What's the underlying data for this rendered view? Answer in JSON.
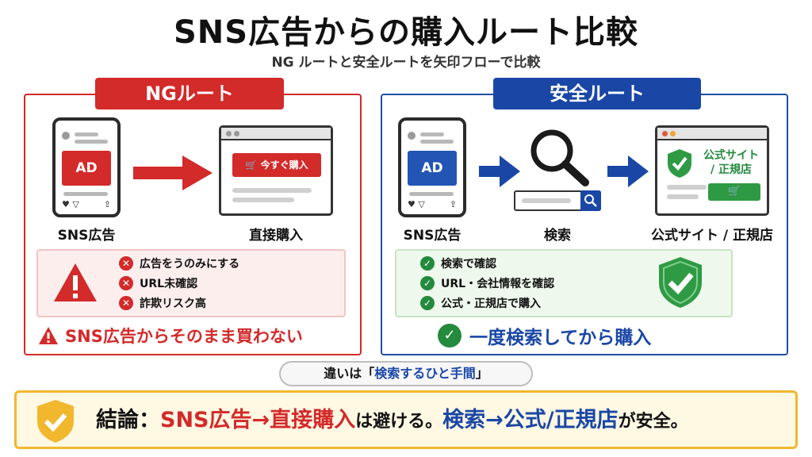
{
  "title": "SNS広告からの購入ルート比較",
  "subtitle": "NG ルートと安全ルートを矢印フローで比較",
  "ng": {
    "tab": "NGルート",
    "ad_label": "AD",
    "buy_button": "今すぐ購入",
    "step1": "SNS広告",
    "step2": "直接購入",
    "risks": [
      "広告をうのみにする",
      "URL未確認",
      "詐欺リスク高"
    ],
    "warning": "SNS広告からそのまま買わない"
  },
  "safe": {
    "tab": "安全ルート",
    "ad_label": "AD",
    "official_site_text": "公式サイト\n/ 正規店",
    "step1": "SNS広告",
    "step2": "検索",
    "step3": "公式サイト / 正規店",
    "checks": [
      "検索で確認",
      "URL・会社情報を確認",
      "公式・正規店で購入"
    ],
    "message": "一度検索してから購入"
  },
  "difference": {
    "prefix": "違いは「",
    "highlight": "検索するひと手間",
    "suffix": "」"
  },
  "conclusion": {
    "label": "結論：",
    "part_red": "SNS広告→直接購入",
    "part_mid": "は避ける。",
    "part_blue": "検索→公式/正規店",
    "part_end": "が安全。"
  },
  "colors": {
    "ng": "#d32a2a",
    "safe": "#1a47a6",
    "ok": "#248a3d",
    "accent": "#f1b72d"
  }
}
